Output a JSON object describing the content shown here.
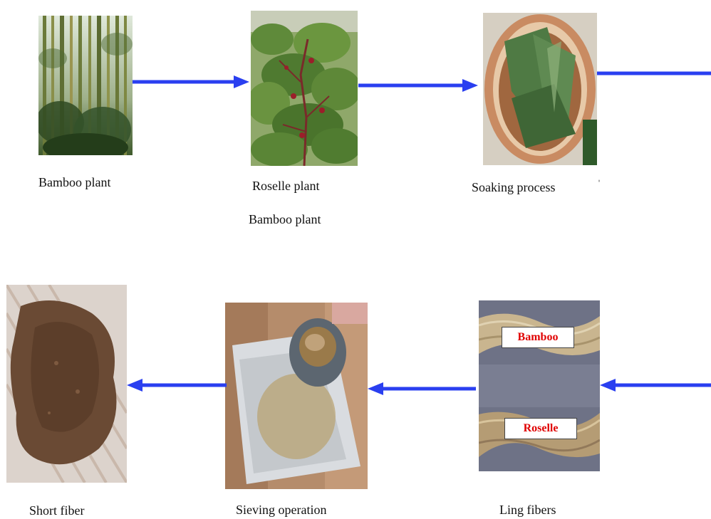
{
  "stages": {
    "bamboo_plant": {
      "caption": "Bamboo plant"
    },
    "roselle_plant": {
      "caption": "Roselle plant",
      "caption_extra": "Bamboo plant"
    },
    "soaking": {
      "caption": "Soaking process",
      "stray_mark": "ˈ"
    },
    "long_fibers": {
      "caption": "Ling fibers",
      "tag_top": "Bamboo",
      "tag_bottom": "Roselle"
    },
    "sieving": {
      "caption": "Sieving operation"
    },
    "short_fiber": {
      "caption": "Short fiber"
    }
  },
  "colors": {
    "arrow": "#2a3ff0",
    "tag_text": "#e00000"
  }
}
